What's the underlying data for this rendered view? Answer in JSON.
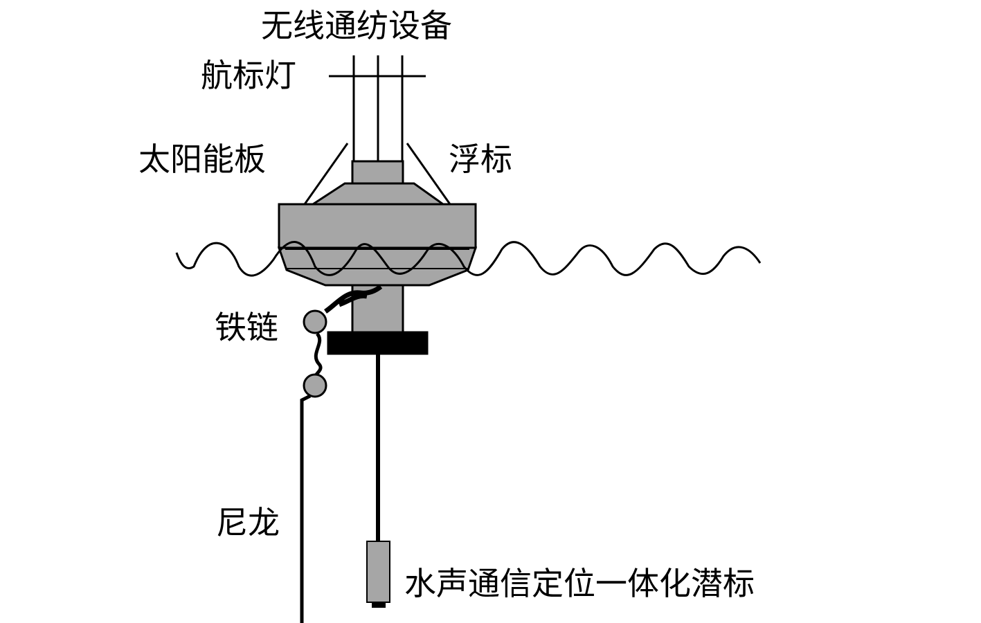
{
  "labels": {
    "radio": "无线通纺设备",
    "light": "航标灯",
    "solar": "太阳能板",
    "buoy": "浮标",
    "chain": "铁链",
    "nylon": "尼龙",
    "submersible": "水声通信定位一体化潜标"
  },
  "colors": {
    "line": "#000000",
    "body": "#a6a6a6",
    "shade": "#8f8f8f",
    "background": "#ffffff"
  }
}
